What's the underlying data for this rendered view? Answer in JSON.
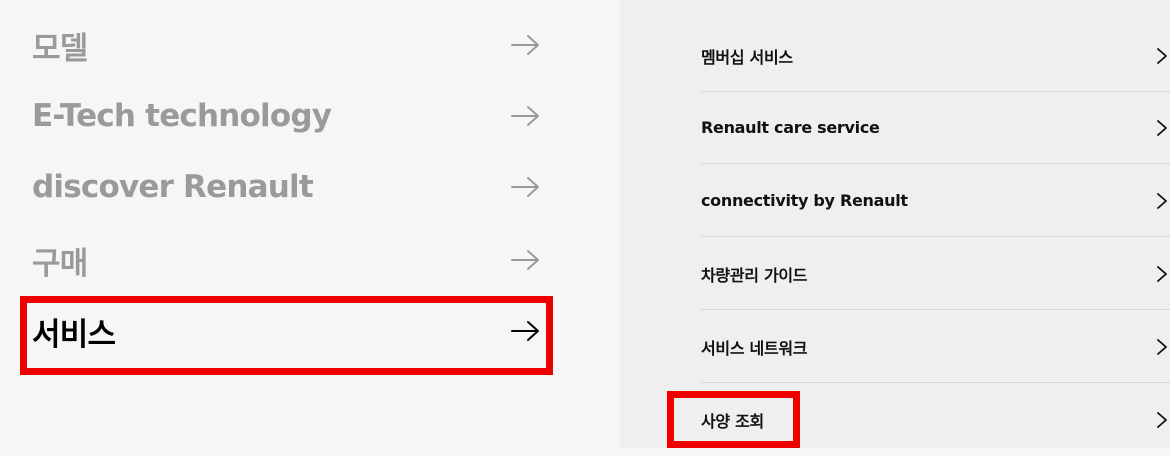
{
  "main_menu": {
    "items": [
      {
        "label": "모델"
      },
      {
        "label": "E-Tech technology"
      },
      {
        "label": "discover Renault"
      },
      {
        "label": "구매"
      },
      {
        "label": "서비스"
      }
    ]
  },
  "submenu": {
    "items": [
      {
        "label": "멤버십 서비스"
      },
      {
        "label": "Renault care service"
      },
      {
        "label": "connectivity by Renault"
      },
      {
        "label": "차량관리 가이드"
      },
      {
        "label": "서비스 네트워크"
      },
      {
        "label": "사양 조회"
      }
    ]
  },
  "icons": {
    "menu_arrow": "arrow-right-icon",
    "submenu_arrow": "chevron-right-icon"
  },
  "colors": {
    "highlight_border": "#ee0000",
    "inactive_text": "#9a9a9a",
    "active_text": "#000000",
    "left_background": "#f6f6f6",
    "right_background": "#efefef"
  }
}
